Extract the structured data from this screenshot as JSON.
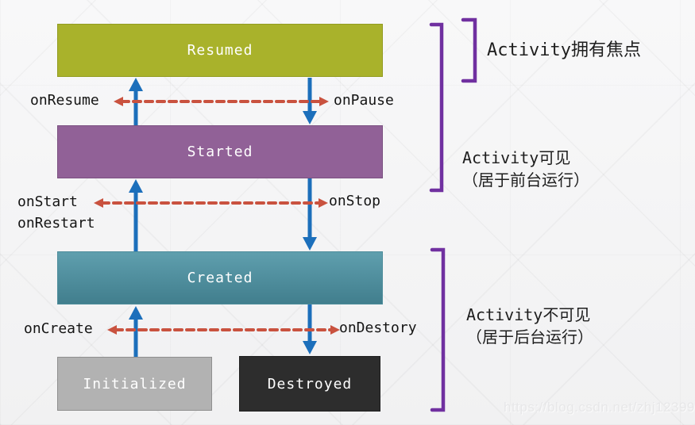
{
  "states": {
    "resumed": {
      "label": "Resumed",
      "color": "#a9b22b"
    },
    "started": {
      "label": "Started",
      "color": "#916197"
    },
    "created": {
      "label": "Created",
      "color_top": "#5f9fae",
      "color_bottom": "#417e8d"
    },
    "initialized": {
      "label": "Initialized",
      "color": "#b2b2b2"
    },
    "destroyed": {
      "label": "Destroyed",
      "color": "#2d2d2d"
    }
  },
  "callbacks": {
    "resume": "onResume",
    "pause": "onPause",
    "start": "onStart",
    "restart": "onRestart",
    "stop": "onStop",
    "create": "onCreate",
    "destory": "onDestory"
  },
  "annotations": {
    "focused": {
      "line1": "Activity拥有焦点"
    },
    "visible": {
      "line1": "Activity可见",
      "line2": "（居于前台运行）"
    },
    "invisible": {
      "line1": "Activity不可见",
      "line2": "（居于后台运行）"
    }
  },
  "colors": {
    "arrow_blue": "#1c6fbb",
    "arrow_red": "#c9523f",
    "bracket_purple": "#7030a0",
    "text_dark": "#141414",
    "watermark_gray": "#e7e7e8"
  },
  "watermark": "https://blog.csdn.net/zhj12399"
}
